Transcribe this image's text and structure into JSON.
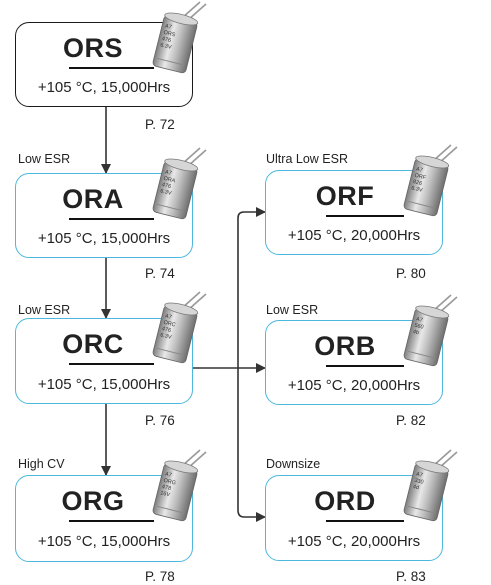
{
  "colors": {
    "accent": "#4db8dd",
    "root_border": "#1a1a1a",
    "line": "#333333"
  },
  "series": [
    {
      "id": "ors",
      "name": "ORS",
      "spec": "+105 °C, 15,000Hrs",
      "page": "P. 72",
      "label": "",
      "cap_text": [
        "A7",
        "ORS",
        "476",
        "6.3V"
      ]
    },
    {
      "id": "ora",
      "name": "ORA",
      "spec": "+105 °C, 15,000Hrs",
      "page": "P. 74",
      "label": "Low ESR",
      "cap_text": [
        "A7",
        "ORA",
        "476",
        "6.3V"
      ]
    },
    {
      "id": "orc",
      "name": "ORC",
      "spec": "+105 °C, 15,000Hrs",
      "page": "P. 76",
      "label": "Low ESR",
      "cap_text": [
        "A7",
        "ORC",
        "476",
        "6.3V"
      ]
    },
    {
      "id": "org",
      "name": "ORG",
      "spec": "+105 °C, 15,000Hrs",
      "page": "P. 78",
      "label": "High CV",
      "cap_text": [
        "A7",
        "ORG",
        "478",
        "16V"
      ]
    },
    {
      "id": "orf",
      "name": "ORF",
      "spec": "+105 °C, 20,000Hrs",
      "page": "P. 80",
      "label": "Ultra Low ESR",
      "cap_text": [
        "A7",
        "ORF",
        "826",
        "6.3V"
      ]
    },
    {
      "id": "orb",
      "name": "ORB",
      "spec": "+105 °C, 20,000Hrs",
      "page": "P. 82",
      "label": "Low ESR",
      "cap_text": [
        "A7",
        "560",
        "4b"
      ]
    },
    {
      "id": "ord",
      "name": "ORD",
      "spec": "+105 °C, 20,000Hrs",
      "page": "P. 83",
      "label": "Downsize",
      "cap_text": [
        "A7",
        "330",
        "4d"
      ]
    }
  ]
}
